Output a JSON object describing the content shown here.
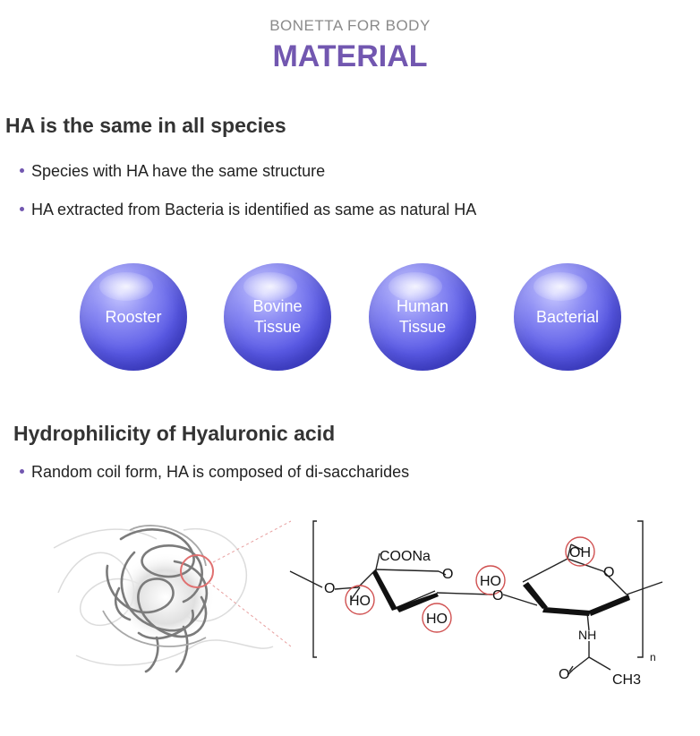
{
  "header": {
    "brand": "BONETTA FOR BODY",
    "title": "MATERIAL"
  },
  "section1": {
    "title": "HA is the same in all species",
    "bullets": [
      "Species with HA have the same structure",
      "HA extracted from Bacteria is identified as same as natural HA"
    ],
    "spheres": [
      "Rooster",
      "Bovine\nTissue",
      "Human\nTissue",
      "Bacterial"
    ]
  },
  "section2": {
    "title": "Hydrophilicity of Hyaluronic acid",
    "bullets": [
      "Random coil form, HA is composed of di-saccharides"
    ]
  },
  "molecule": {
    "labels": {
      "coona": "COONa",
      "oh": "OH",
      "ho_left": "HO",
      "ho_bottom": "HO",
      "ho_mid": "HO",
      "o_ring1": "O",
      "o_link_left": "O",
      "o_link_mid": "O",
      "o_ring2": "O",
      "nh": "NH",
      "o_carbonyl": "O",
      "ch3": "CH3",
      "n": "n"
    }
  },
  "colors": {
    "accent": "#7257b0",
    "sphere": "#5b5be6",
    "highlight_circle": "#e05050"
  }
}
